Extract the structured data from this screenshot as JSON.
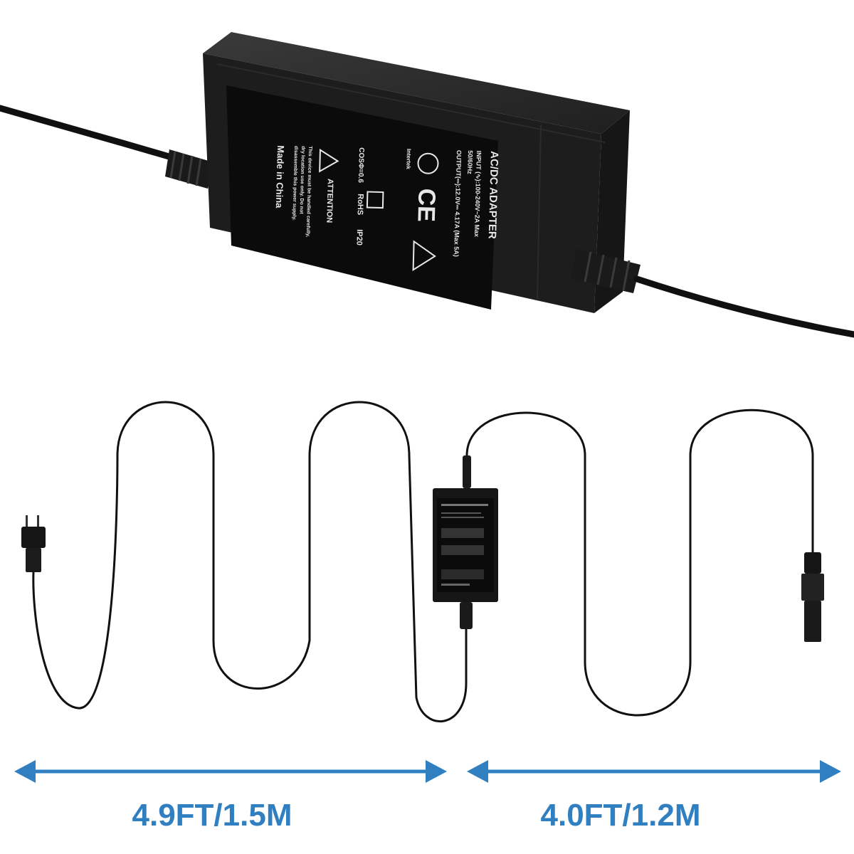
{
  "product": {
    "label_title": "AC/DC ADAPTER",
    "input_spec": "INPUT (∿):100-240V~2A Max",
    "frequency": "50/60Hz",
    "output_spec": "OUTPUT(⎓):12.0V⎓ 4.17A (Max 5A)",
    "ce_mark": "CE",
    "listed_mark": "Intertek",
    "cos_text": "COSΦ=0.6",
    "rohs_text": "RoHS",
    "ip_text": "IP20",
    "attention_title": "ATTENTION",
    "attention_body_1": "This device must be handled carefully,",
    "attention_body_2": "dry location use only. Do not",
    "attention_body_3": "disassemble this power supply.",
    "made_in": "Made in China"
  },
  "dimensions": {
    "left_length": "4.9FT/1.5M",
    "right_length": "4.0FT/1.2M",
    "arrow_color": "#2f7fc1"
  },
  "colors": {
    "body": "#1b1b1b",
    "body_top": "#2a2a2a",
    "cable": "#111111",
    "label_panel": "#0d0d0d"
  }
}
